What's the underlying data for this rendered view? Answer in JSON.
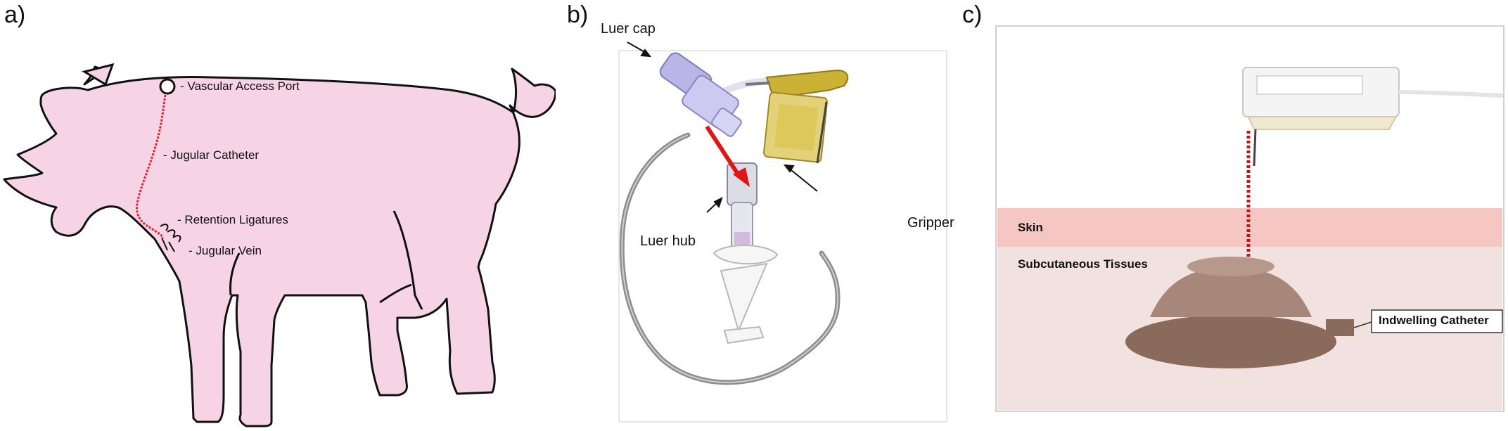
{
  "panels": {
    "a": {
      "label": "a)",
      "annotations": {
        "port": "- Vascular Access Port",
        "catheter": "- Jugular Catheter",
        "ligatures": "- Retention Ligatures",
        "vein": "- Jugular Vein"
      },
      "colors": {
        "body": "#f7d3e6",
        "outline": "#111111",
        "catheter": "#e8212a"
      }
    },
    "b": {
      "label": "b)",
      "annotations": {
        "luer_cap": "Luer cap",
        "luer_hub": "Luer hub",
        "gripper": "Gripper"
      },
      "colors": {
        "arrow": "#e01616",
        "gripper": "#d9c247",
        "cap": "#b9b5e6"
      }
    },
    "c": {
      "label": "c)",
      "annotations": {
        "skin": "Skin",
        "subcutaneous": "Subcutaneous Tissues",
        "indwelling": "Indwelling Catheter"
      },
      "colors": {
        "skin": "#f6c6c3",
        "tissue": "#f1e2e0",
        "port": "#9c7a6a",
        "arrow": "#c01818"
      }
    }
  }
}
